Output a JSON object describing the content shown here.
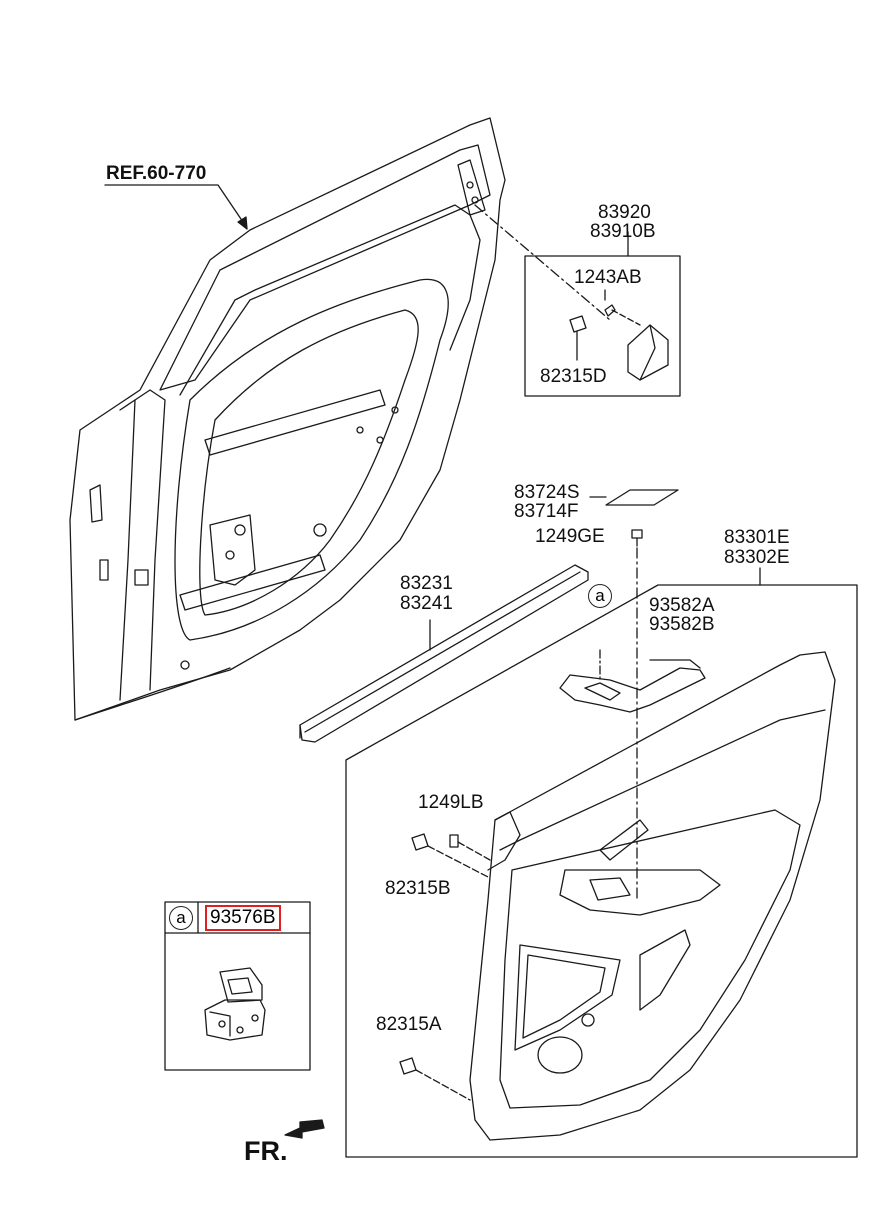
{
  "labels": {
    "ref": "REF.60-770",
    "p83920": "83920",
    "p83910b": "83910B",
    "p1243ab": "1243AB",
    "p82315d": "82315D",
    "p83724s": "83724S",
    "p83714f": "83714F",
    "p1249ge": "1249GE",
    "p83301e": "83301E",
    "p83302e": "83302E",
    "p83231": "83231",
    "p83241": "83241",
    "p93582a": "93582A",
    "p93582b": "93582B",
    "p1249lb": "1249LB",
    "p82315b": "82315B",
    "p82315a": "82315A",
    "callout_a": "a",
    "inset_a": "a",
    "p93576b": "93576B",
    "fr": "FR."
  },
  "colors": {
    "line": "#1a1a1a",
    "highlight": "#e02020"
  }
}
